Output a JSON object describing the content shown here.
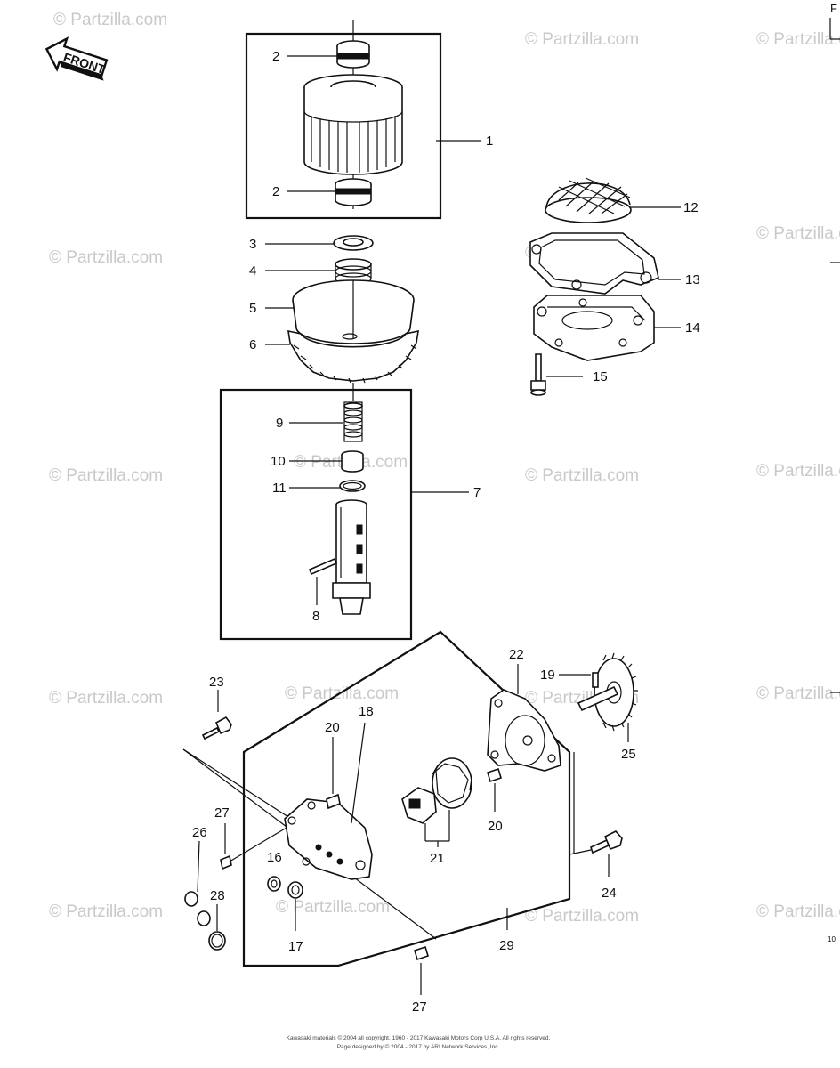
{
  "diagram": {
    "front_label": "FRONT",
    "corner_letter": "F",
    "page_number": "10",
    "watermark": "© Partzilla.com",
    "footer_line1": "Kawasaki materials © 2004 all copyright. 1960 - 2017  Kawasaki Motors Corp U.S.A.  All rights reserved.",
    "footer_line2": "Page designed by © 2004 - 2017 by ARI Network Services, Inc.",
    "callouts": {
      "c1": "1",
      "c2a": "2",
      "c2b": "2",
      "c3": "3",
      "c4": "4",
      "c5": "5",
      "c6": "6",
      "c7": "7",
      "c8": "8",
      "c9": "9",
      "c10": "10",
      "c11": "11",
      "c12": "12",
      "c13": "13",
      "c14": "14",
      "c15": "15",
      "c16": "16",
      "c17": "17",
      "c18": "18",
      "c19": "19",
      "c20a": "20",
      "c20b": "20",
      "c21": "21",
      "c22": "22",
      "c23": "23",
      "c24": "24",
      "c25": "25",
      "c26": "26",
      "c27a": "27",
      "c27b": "27",
      "c28": "28",
      "c29": "29"
    }
  }
}
